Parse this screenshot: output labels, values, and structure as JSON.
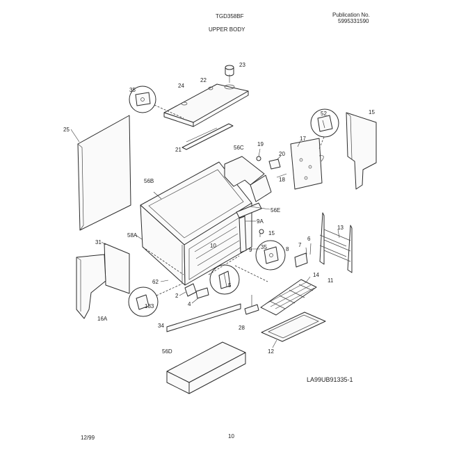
{
  "header": {
    "model": "TGD358BF",
    "section": "UPPER BODY",
    "publication_label": "Publication No.",
    "publication_number": "5995331590"
  },
  "diagram": {
    "reference_code": "LA99UB91335-1",
    "part_labels": {
      "p23": "23",
      "p22": "22",
      "p24": "24",
      "p35a": "35",
      "p21": "21",
      "p25": "25",
      "p56c": "56C",
      "p19": "19",
      "p20": "20",
      "p17": "17",
      "p18": "18",
      "p52": "52",
      "p15": "15",
      "p56b": "56B",
      "p56e": "56E",
      "p9a": "9A",
      "p15b": "15",
      "p58a": "58A",
      "p31": "31",
      "p10": "10",
      "p9": "9",
      "p35b": "35",
      "p8": "8",
      "p7": "7",
      "p6": "6",
      "p13": "13",
      "p5": "5",
      "p14": "14",
      "p11": "11",
      "p62": "62",
      "p2": "2",
      "p4": "4",
      "p133": "133",
      "p16a": "16A",
      "p34": "34",
      "p28": "28",
      "p56d": "56D",
      "p12": "12"
    }
  },
  "footer": {
    "date": "12/99",
    "page_number": "10"
  }
}
